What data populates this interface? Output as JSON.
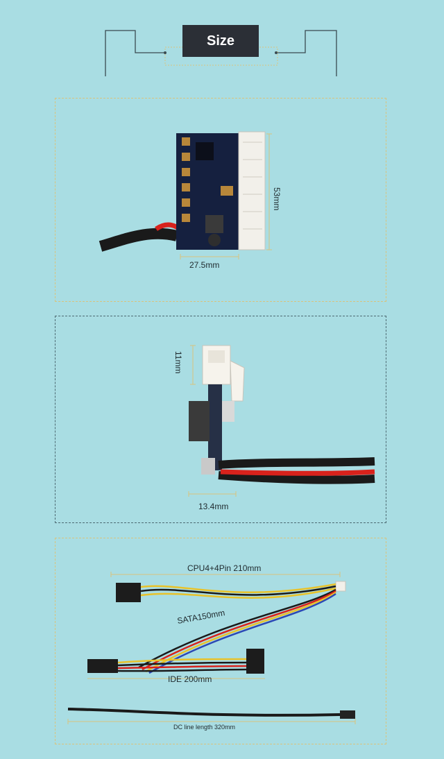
{
  "header": {
    "title": "Size"
  },
  "board": {
    "width_label": "27.5mm",
    "height_label": "53mm"
  },
  "side": {
    "height_label": "11mm",
    "width_label": "13.4mm"
  },
  "cables": {
    "cpu_label": "CPU4+4Pin 210mm",
    "sata_label": "SATA150mm",
    "ide_label": "IDE 200mm",
    "dc_label": "DC line length 320mm"
  }
}
